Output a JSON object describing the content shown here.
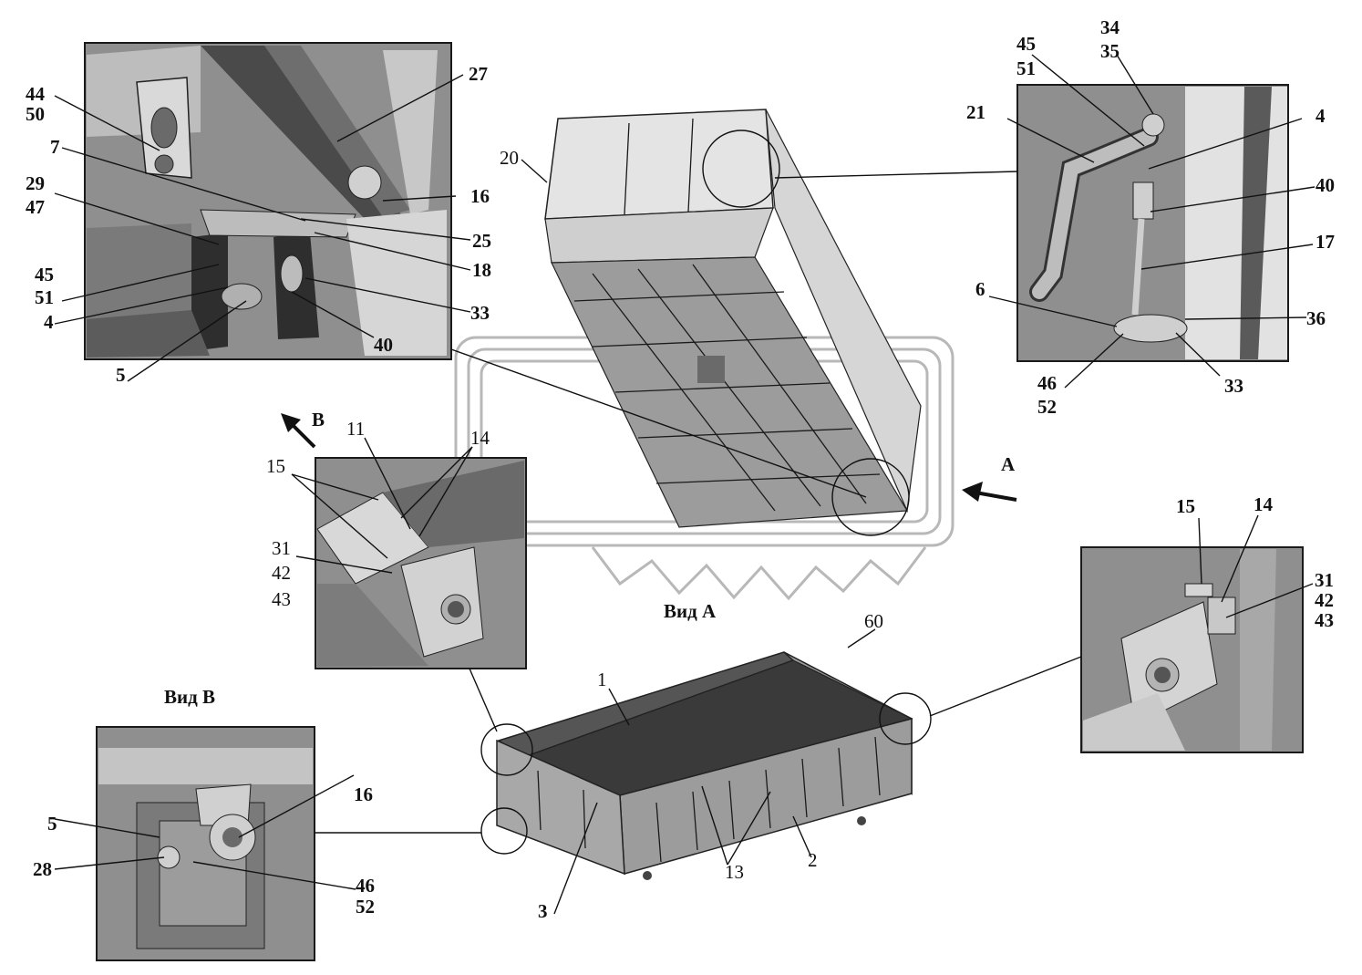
{
  "view_titles": {
    "view_a": "Вид А",
    "view_b": "Вид В"
  },
  "arrows": {
    "a": "А",
    "b": "В"
  },
  "labels": {
    "p1": "1",
    "p2": "2",
    "p3": "3",
    "p4a": "4",
    "p4b": "4",
    "p5a": "5",
    "p5b": "5",
    "p6": "6",
    "p7": "7",
    "p11": "11",
    "p13": "13",
    "p14a": "14",
    "p14b": "14",
    "p15a": "15",
    "p15b": "15",
    "p16a": "16",
    "p16b": "16",
    "p17": "17",
    "p18": "18",
    "p20": "20",
    "p21": "21",
    "p25": "25",
    "p27": "27",
    "p28": "28",
    "p29": "29",
    "p47": "47",
    "p31a": "31",
    "p42a": "42",
    "p43a": "43",
    "p31b": "31",
    "p42b": "42",
    "p43b": "43",
    "p33a": "33",
    "p33b": "33",
    "p34": "34",
    "p35": "35",
    "p36": "36",
    "p40a": "40",
    "p40b": "40",
    "p44": "44",
    "p50": "50",
    "p45a": "45",
    "p51a": "51",
    "p45b": "45",
    "p51b": "51",
    "p46a": "46",
    "p52a": "52",
    "p46b": "46",
    "p52b": "52",
    "p60": "60"
  },
  "icons": [
    "arrow-a-icon",
    "arrow-b-icon",
    "watermark-logo-icon"
  ],
  "colors": {
    "panel_fill": "#8f8f8f",
    "panel_dark": "#555555",
    "line": "#111111"
  }
}
